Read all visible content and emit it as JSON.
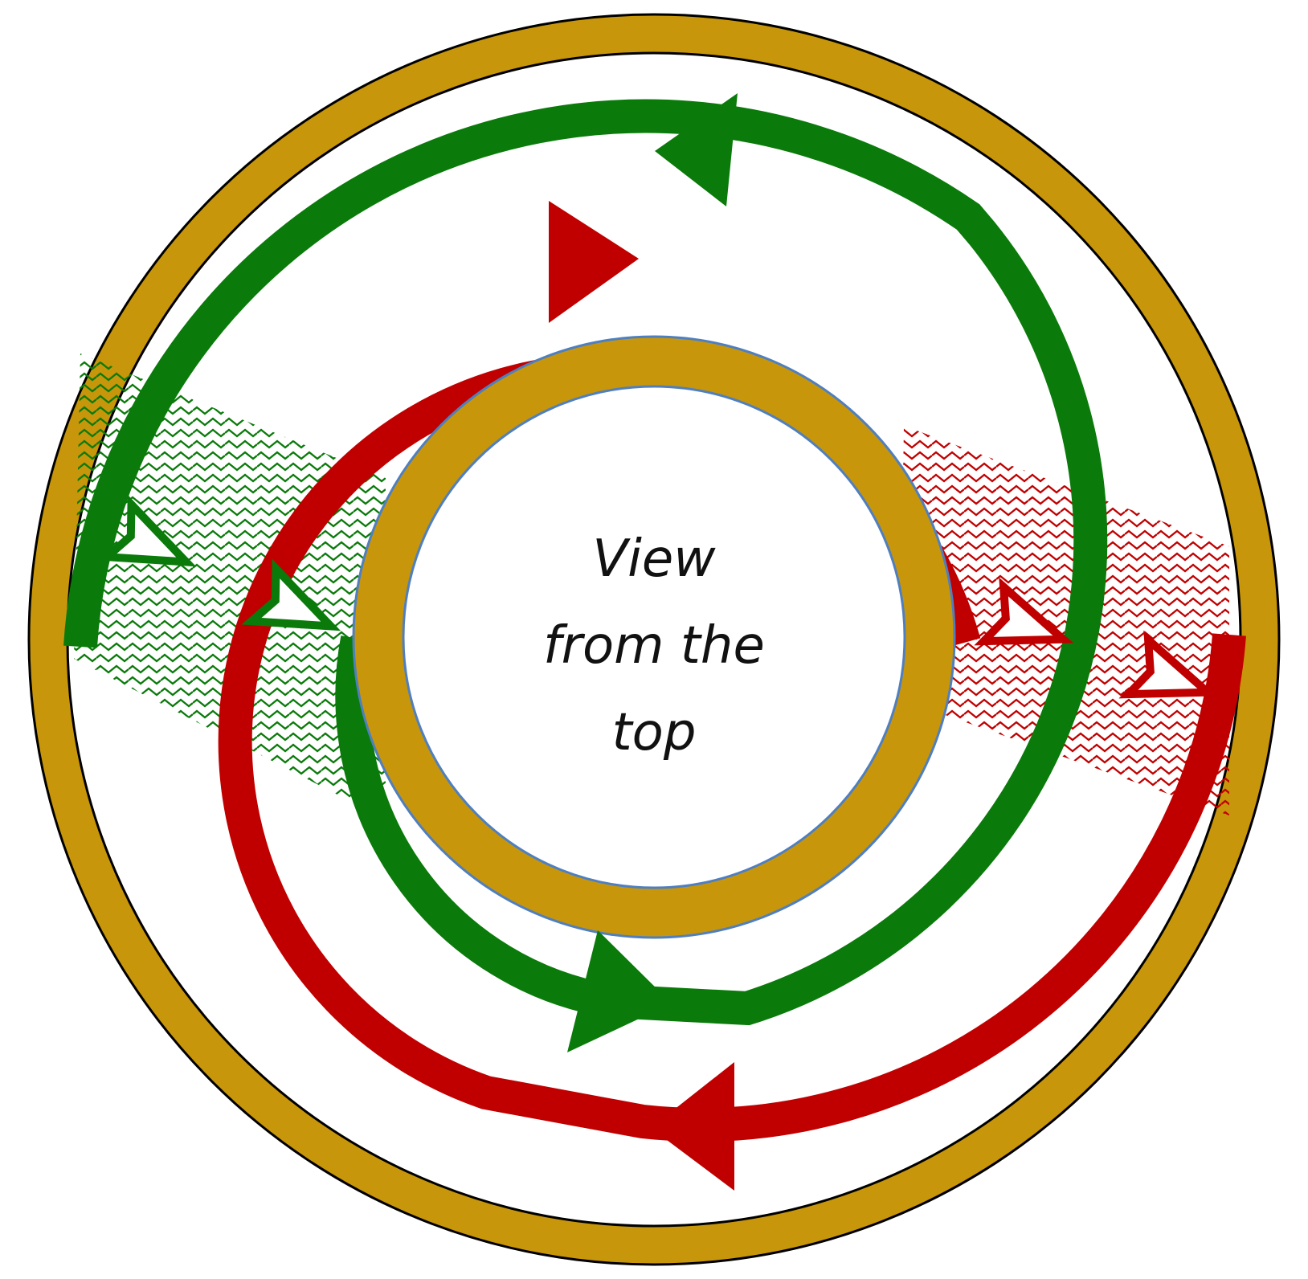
{
  "label": {
    "line1": "View",
    "line2": "from the",
    "line3": "top"
  },
  "colors": {
    "ring": "#C8960A",
    "green": "#0A7A0A",
    "red": "#C00000",
    "outline": "#000000",
    "inner_outline": "#4F7FBF",
    "background": "#FFFFFF"
  }
}
